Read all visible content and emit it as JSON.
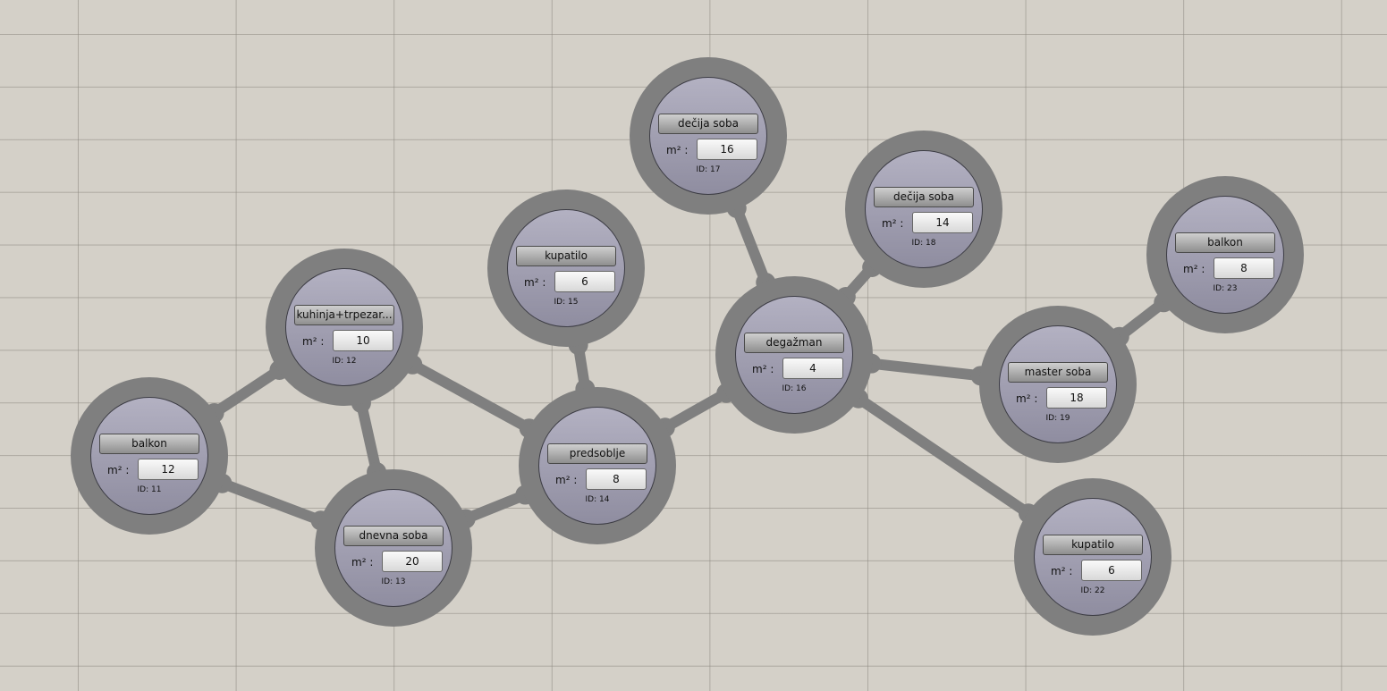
{
  "unit_label": "m² :",
  "nodes": {
    "n11": {
      "name": "balkon",
      "area": "12",
      "id_label": "ID: 11"
    },
    "n12": {
      "name": "kuhinja+trpezar...",
      "area": "10",
      "id_label": "ID: 12"
    },
    "n13": {
      "name": "dnevna soba",
      "area": "20",
      "id_label": "ID: 13"
    },
    "n14": {
      "name": "predsoblje",
      "area": "8",
      "id_label": "ID: 14"
    },
    "n15": {
      "name": "kupatilo",
      "area": "6",
      "id_label": "ID: 15"
    },
    "n16": {
      "name": "degažman",
      "area": "4",
      "id_label": "ID: 16"
    },
    "n17": {
      "name": "dečija soba",
      "area": "16",
      "id_label": "ID: 17"
    },
    "n18": {
      "name": "dečija soba",
      "area": "14",
      "id_label": "ID: 18"
    },
    "n19": {
      "name": "master soba",
      "area": "18",
      "id_label": "ID: 19"
    },
    "n22": {
      "name": "kupatilo",
      "area": "6",
      "id_label": "ID: 22"
    },
    "n23": {
      "name": "balkon",
      "area": "8",
      "id_label": "ID: 23"
    }
  },
  "edges": [
    [
      "n11",
      "n12"
    ],
    [
      "n11",
      "n13"
    ],
    [
      "n12",
      "n13"
    ],
    [
      "n12",
      "n14"
    ],
    [
      "n13",
      "n14"
    ],
    [
      "n14",
      "n15"
    ],
    [
      "n14",
      "n16"
    ],
    [
      "n16",
      "n17"
    ],
    [
      "n16",
      "n18"
    ],
    [
      "n16",
      "n19"
    ],
    [
      "n16",
      "n22"
    ],
    [
      "n19",
      "n23"
    ]
  ],
  "colors": {
    "edge": "#7f7f7f",
    "background": "#d4d0c8"
  }
}
